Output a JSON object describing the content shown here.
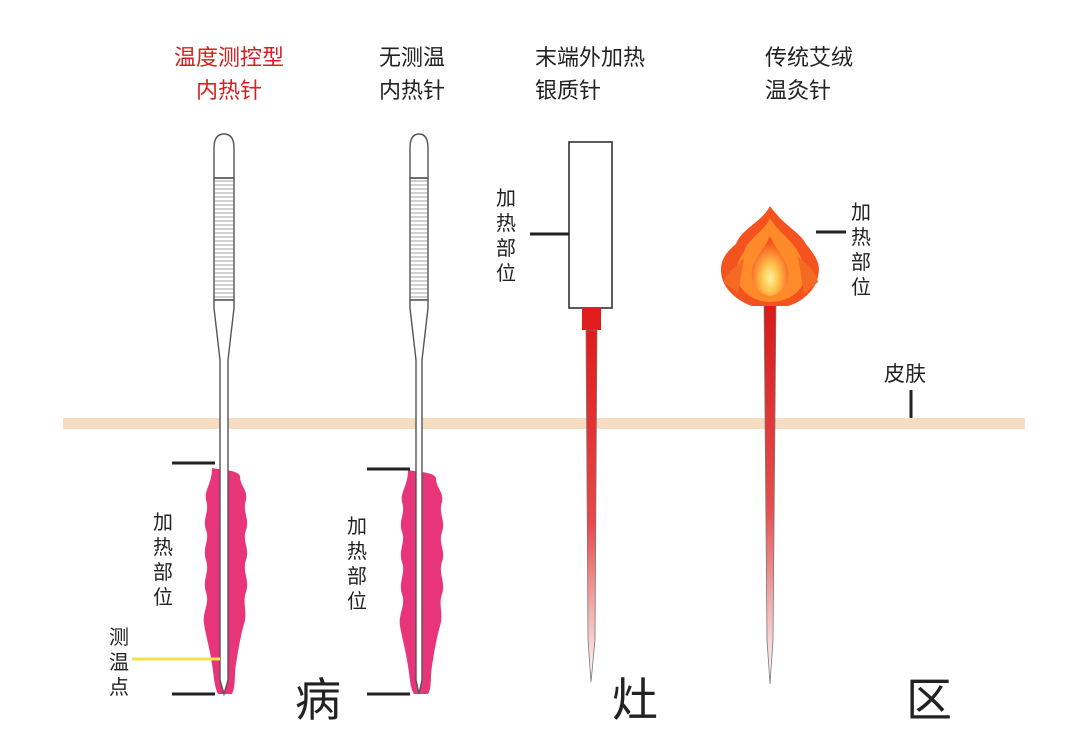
{
  "needles": [
    {
      "title_line1": "温度测控型",
      "title_line2": "内热针",
      "title_color": "#d42020"
    },
    {
      "title_line1": "无测温",
      "title_line2": "内热针",
      "title_color": "#222222"
    },
    {
      "title_line1": "末端外加热",
      "title_line2": "银质针",
      "title_color": "#222222"
    },
    {
      "title_line1": "传统艾绒",
      "title_line2": "温灸针",
      "title_color": "#222222"
    }
  ],
  "labels": {
    "heating_part": "加热部位",
    "temp_point": "测温点",
    "skin": "皮肤"
  },
  "region_chars": [
    "病",
    "灶",
    "区"
  ],
  "colors": {
    "skin": "#f6dcc0",
    "heating_zone": "#e8357a",
    "needle_red": "#e02020",
    "temp_line": "#f3e24a",
    "flame_outer": "#f4521e",
    "flame_inner": "#ffd56a"
  }
}
